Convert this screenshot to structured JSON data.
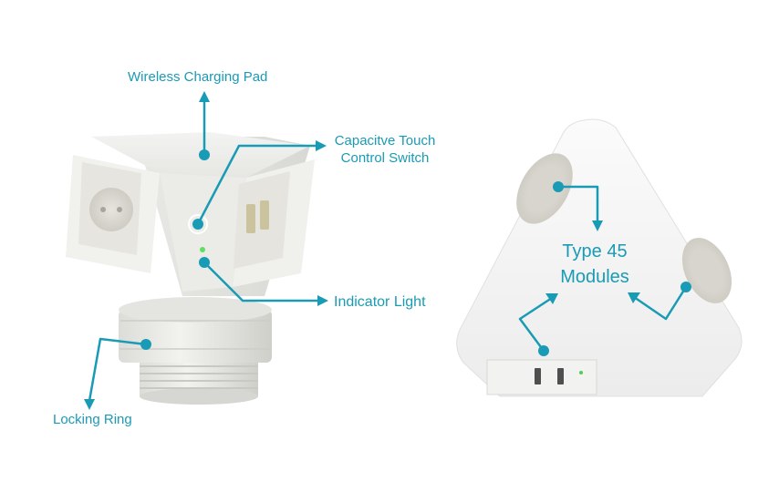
{
  "accent_color": "#1a9bb5",
  "labels": {
    "wireless_charging_pad": "Wireless Charging Pad",
    "touch_switch_line1": "Capacitve Touch",
    "touch_switch_line2": "Control Switch",
    "indicator_light": "Indicator Light",
    "locking_ring": "Locking Ring",
    "modules_line1": "Type 45",
    "modules_line2": "Modules"
  },
  "icons": [
    "arrow-up-icon",
    "arrow-right-icon",
    "arrow-down-icon",
    "callout-dot-icon"
  ]
}
